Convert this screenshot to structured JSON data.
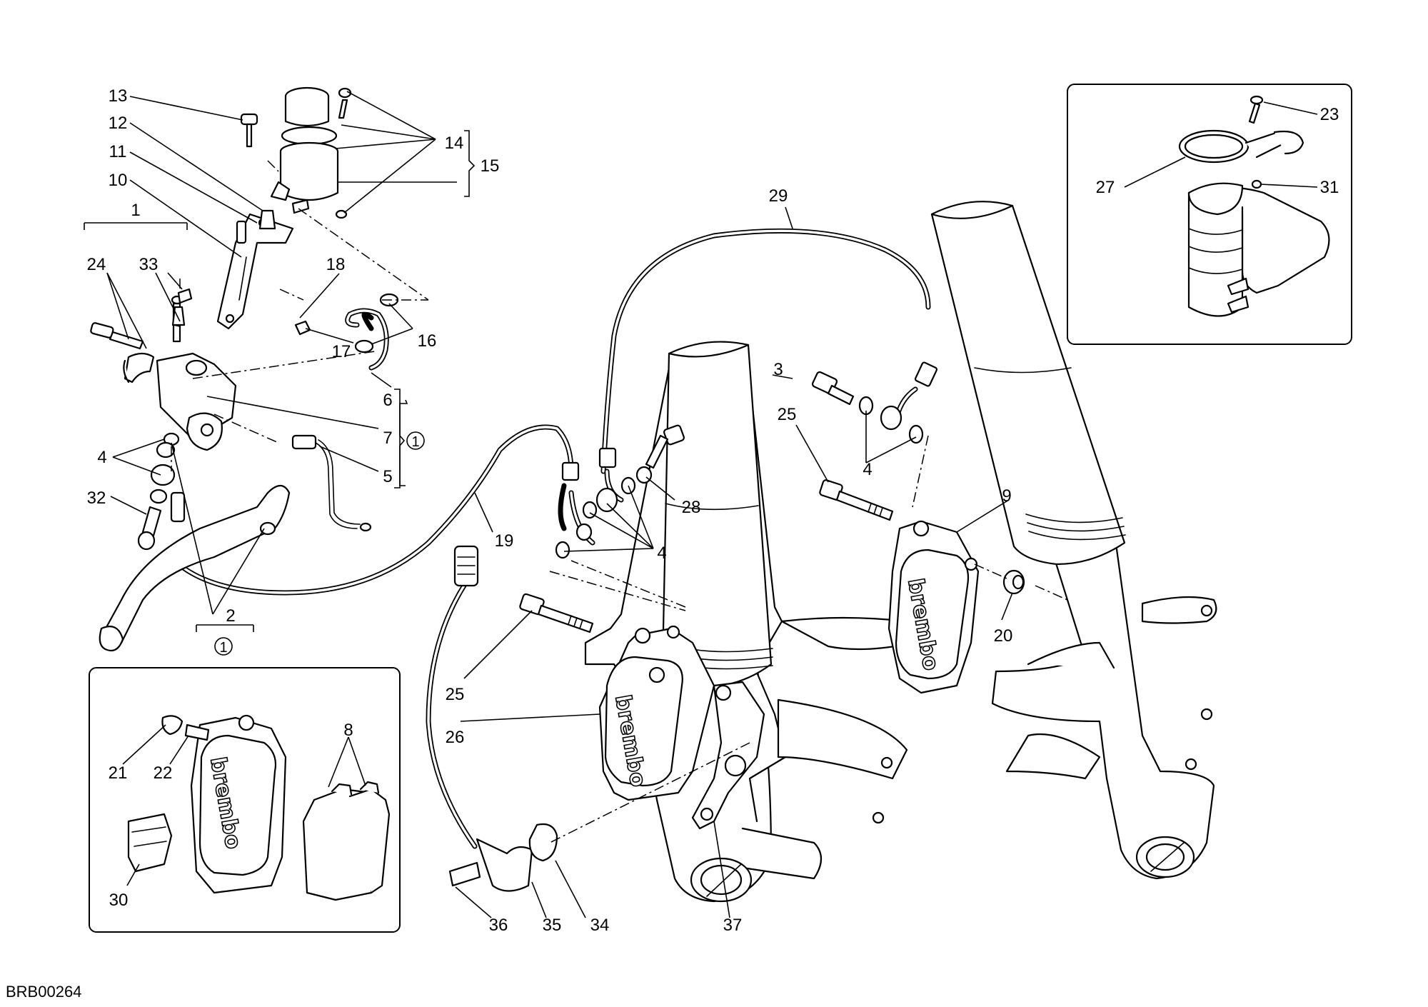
{
  "drawing_code": "BRB00264",
  "labels": {
    "n1": "1",
    "n2": "2",
    "n3": "3",
    "n4a": "4",
    "n4b": "4",
    "n4c": "4",
    "n5": "5",
    "n6": "6",
    "n7": "7",
    "n8": "8",
    "n9": "9",
    "n10": "10",
    "n11": "11",
    "n12": "12",
    "n13": "13",
    "n14": "14",
    "n15": "15",
    "n16": "16",
    "n17": "17",
    "n18": "18",
    "n19": "19",
    "n20": "20",
    "n21": "21",
    "n22": "22",
    "n23": "23",
    "n24": "24",
    "n25a": "25",
    "n25b": "25",
    "n26": "26",
    "n27": "27",
    "n28": "28",
    "n29": "29",
    "n30": "30",
    "n31": "31",
    "n32": "32",
    "n33": "33",
    "n34": "34",
    "n35": "35",
    "n36": "36",
    "n37": "37"
  },
  "kit_marks": {
    "k1": "1",
    "k2": "1"
  },
  "caliper_brand": {
    "main": "brembo",
    "right": "brembo",
    "detail": "brembo"
  }
}
